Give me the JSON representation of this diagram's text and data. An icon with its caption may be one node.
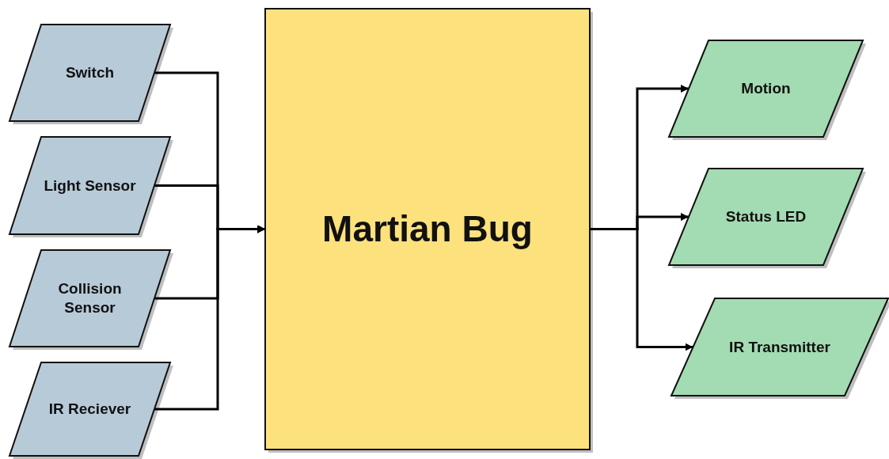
{
  "diagram": {
    "nodes": [
      {
        "text": [
          "Switch"
        ]
      },
      {
        "text": [
          "Light Sensor"
        ]
      },
      {
        "text": [
          "Collision Sensor"
        ]
      },
      {
        "text": [
          "IR Reciever"
        ]
      },
      {
        "text": [
          "Martian Bug"
        ]
      },
      {
        "text": [
          "Motion"
        ]
      },
      {
        "text": [
          "Status LED"
        ]
      },
      {
        "text": [
          "IR Transmitter"
        ]
      }
    ],
    "edges": [
      {
        "from": 0,
        "to": 4,
        "arrow": "to"
      },
      {
        "from": 1,
        "to": 4,
        "arrow": "to"
      },
      {
        "from": 2,
        "to": 4,
        "arrow": "to"
      },
      {
        "from": 3,
        "to": 4,
        "arrow": "to"
      },
      {
        "from": 4,
        "to": 5,
        "arrow": "to"
      },
      {
        "from": 4,
        "to": 6,
        "arrow": "to"
      },
      {
        "from": 4,
        "to": 7,
        "arrow": "to"
      }
    ]
  }
}
